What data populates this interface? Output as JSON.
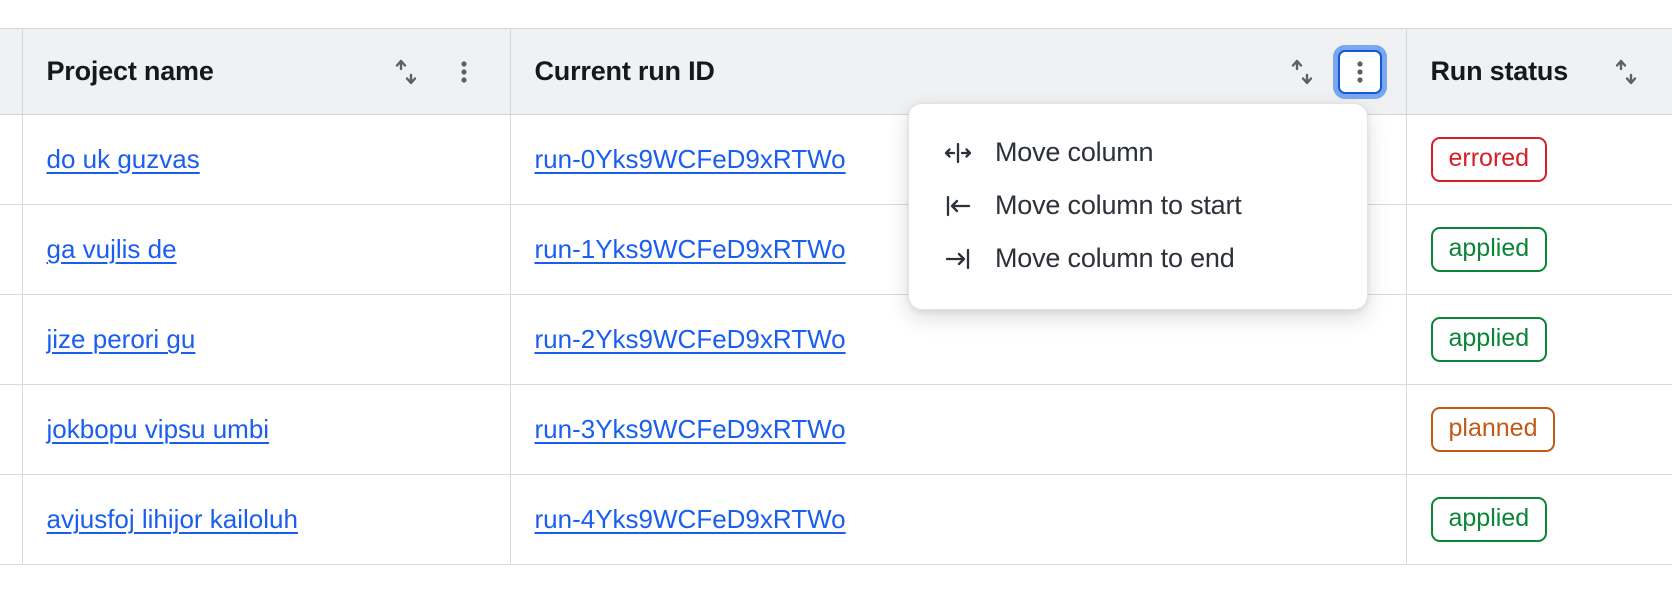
{
  "table": {
    "columns": [
      {
        "id": "select",
        "label": "",
        "sortable": false,
        "has_menu": false
      },
      {
        "id": "project_name",
        "label": "Project name",
        "sort_icon": "sort-arrows-icon",
        "menu_icon": "kebab-menu-icon",
        "menu_open": false
      },
      {
        "id": "current_run_id",
        "label": "Current run ID",
        "sort_icon": "sort-arrows-icon",
        "menu_icon": "kebab-menu-icon",
        "menu_open": true
      },
      {
        "id": "run_status",
        "label": "Run status",
        "sort_icon": "sort-arrows-icon",
        "menu_icon": null,
        "menu_open": false
      }
    ],
    "rows": [
      {
        "project_name": "do uk guzvas",
        "current_run_id": "run-0Yks9WCFeD9xRTWo",
        "run_status": "errored",
        "status_kind": "errored"
      },
      {
        "project_name": "ga vujlis de",
        "current_run_id": "run-1Yks9WCFeD9xRTWo",
        "run_status": "applied",
        "status_kind": "applied"
      },
      {
        "project_name": "jize perori gu",
        "current_run_id": "run-2Yks9WCFeD9xRTWo",
        "run_status": "applied",
        "status_kind": "applied"
      },
      {
        "project_name": "jokbopu vipsu umbi",
        "current_run_id": "run-3Yks9WCFeD9xRTWo",
        "run_status": "planned",
        "status_kind": "planned"
      },
      {
        "project_name": "avjusfoj lihijor kailoluh",
        "current_run_id": "run-4Yks9WCFeD9xRTWo",
        "run_status": "applied",
        "status_kind": "applied"
      }
    ]
  },
  "column_menu": {
    "open_for_column": "Current run ID",
    "items": [
      {
        "label": "Move column",
        "icon": "move-column-horizontal-icon"
      },
      {
        "label": "Move column to start",
        "icon": "arrow-to-start-icon"
      },
      {
        "label": "Move column to end",
        "icon": "arrow-to-end-icon"
      }
    ]
  },
  "colors": {
    "link": "#1a5ef0",
    "header_bg": "#f0f1f3",
    "border": "#d9dadd",
    "focus_ring": "#7ba6f0",
    "focus_border": "#1558d6",
    "status_errored": "#d61f25",
    "status_applied": "#0a8537",
    "status_planned": "#c05a16"
  }
}
